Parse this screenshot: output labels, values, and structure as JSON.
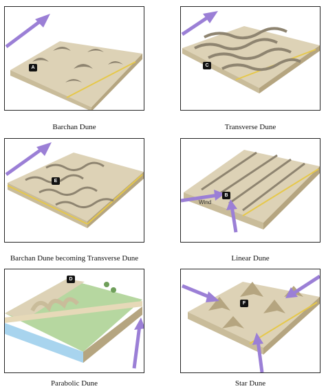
{
  "panels": [
    {
      "caption": "Barchan Dune",
      "marker": "A"
    },
    {
      "caption": "Transverse Dune",
      "marker": "C"
    },
    {
      "caption": "Barchan Dune becoming Transverse Dune",
      "marker": "E"
    },
    {
      "caption": "Linear Dune",
      "marker": "B",
      "wind_label": "Wind"
    },
    {
      "caption": "Parabolic Dune",
      "marker": "D"
    },
    {
      "caption": "Star Dune",
      "marker": "F"
    }
  ],
  "colors": {
    "sand_top": "#ddd2b6",
    "sand_side": "#c9bc9a",
    "sand_dark": "#b5a580",
    "yellow_edge": "#e6c84a",
    "arrow": "#9b7fd6",
    "water": "#a8d4ee",
    "grass": "#b6d7a0"
  }
}
